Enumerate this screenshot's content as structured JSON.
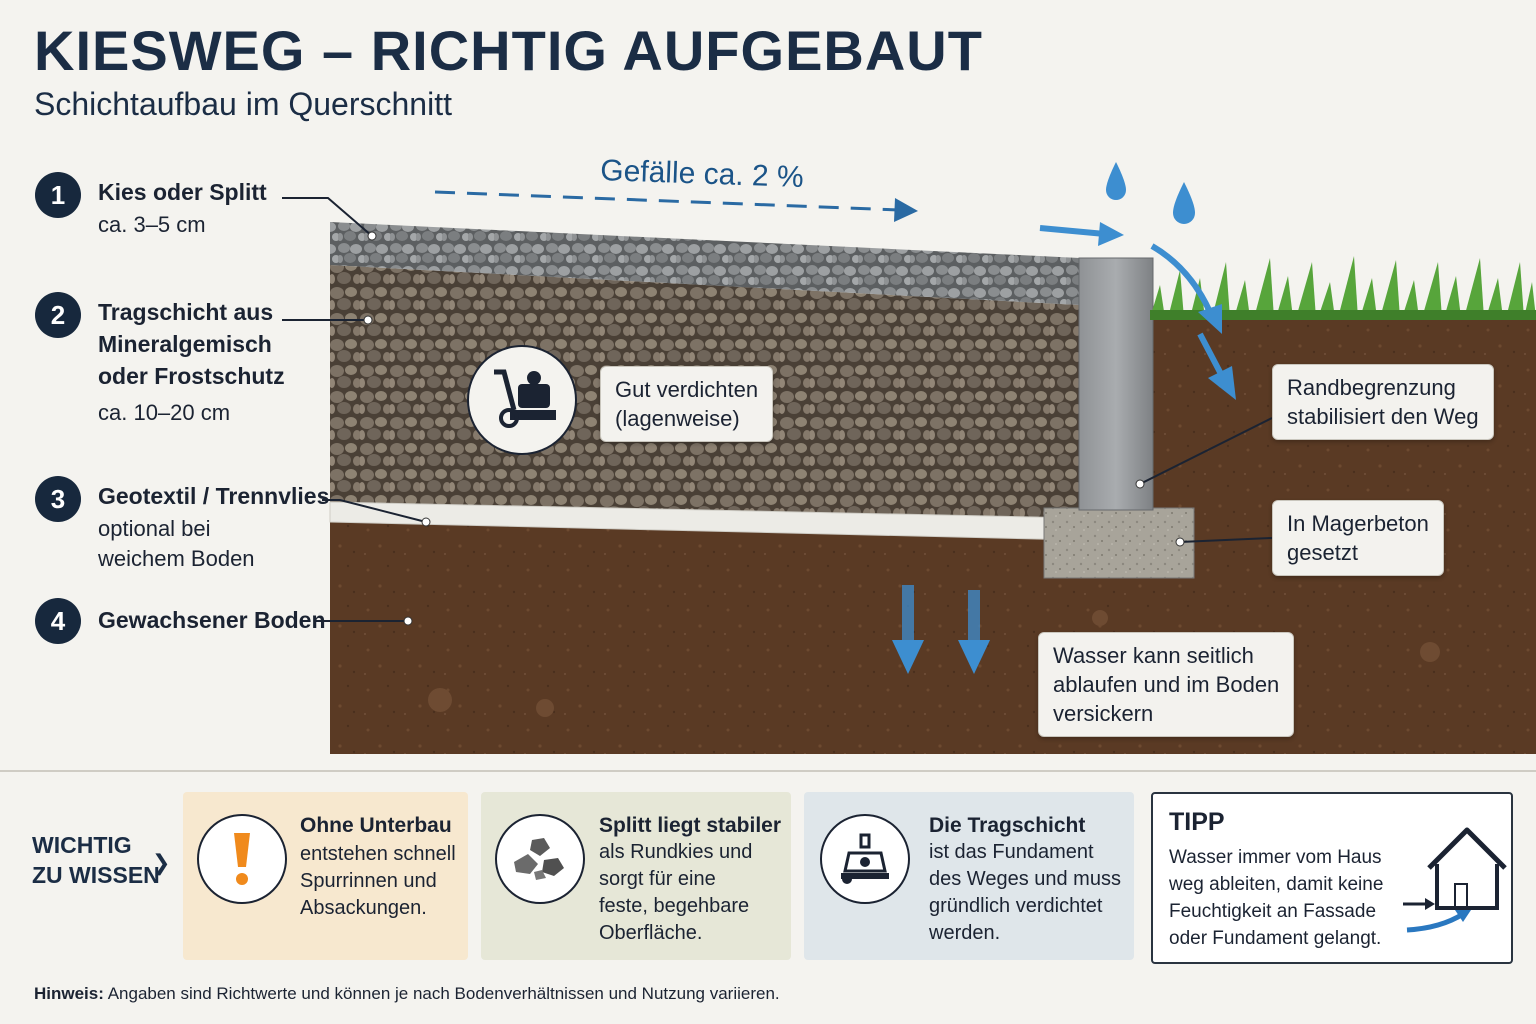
{
  "header": {
    "title": "KIESWEG – RICHTIG AUFGEBAUT",
    "subtitle": "Schichtaufbau im Querschnitt"
  },
  "slope_label": "Gefälle ca. 2 %",
  "layers": [
    {
      "number": "1",
      "title": "Kies oder Splitt",
      "detail": "ca. 3–5 cm"
    },
    {
      "number": "2",
      "title": "Tragschicht aus\nMineralgemisch\noder Frostschutz",
      "detail": "ca. 10–20 cm"
    },
    {
      "number": "3",
      "title": "Geotextil / Trennvlies",
      "detail": "optional bei\nweichem Boden"
    },
    {
      "number": "4",
      "title": "Gewachsener Boden",
      "detail": ""
    }
  ],
  "callouts": {
    "compaction": "Gut verdichten\n(lagenweise)",
    "edge": "Randbegrenzung\nstabilisiert den Weg",
    "concrete": "In Magerbeton\ngesetzt",
    "water": "Wasser kann seitlich\nablaufen und im Boden\nversickern"
  },
  "info": {
    "heading": "WICHTIG\nZU WISSEN",
    "cards": [
      {
        "title": "Ohne Unterbau",
        "text": "entstehen schnell\nSpurrinnen und\nAbsackungen.",
        "icon": "exclamation-icon",
        "bg": "#f7e8cf"
      },
      {
        "title": "Splitt liegt stabiler",
        "text": "als Rundkies und\nsorgt für eine\nfeste, begehbare\nOberfläche.",
        "icon": "stones-icon",
        "bg": "#e6e7d7"
      },
      {
        "title": "Die Tragschicht",
        "text": "ist das Fundament\ndes Weges und muss\ngründlich verdichtet\nwerden.",
        "icon": "plate-compactor-icon",
        "bg": "#dfe6ea"
      }
    ],
    "tip": {
      "title": "TIPP",
      "text": "Wasser immer vom Haus\nweg ableiten, damit keine\nFeuchtigkeit an Fassade\noder Fundament gelangt.",
      "icon": "house-icon"
    }
  },
  "note": {
    "label": "Hinweis:",
    "text": " Angaben sind Richtwerte und können je nach Bodenverhältnissen und Nutzung variieren."
  },
  "colors": {
    "navy": "#17283d",
    "water_blue": "#3d8ed0",
    "soil": "#5a3a24",
    "orange": "#f08a1c"
  }
}
